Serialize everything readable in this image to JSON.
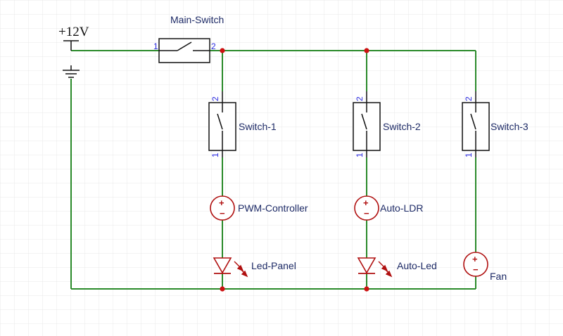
{
  "colors": {
    "wire": "#2a8a2a",
    "component": "#b01010",
    "symbol": "#111111",
    "label": "#1d2a66",
    "pin_number": "#2a2ae0",
    "junction": "#cc1111",
    "grid": "#e8e8e8"
  },
  "supply": {
    "label": "+12V"
  },
  "ground": {
    "icon": "ground-icon"
  },
  "main_switch": {
    "label": "Main-Switch",
    "pin1": "1",
    "pin2": "2"
  },
  "switches": [
    {
      "label": "Switch-1",
      "pin_top": "2",
      "pin_bottom": "1"
    },
    {
      "label": "Switch-2",
      "pin_top": "2",
      "pin_bottom": "1"
    },
    {
      "label": "Switch-3",
      "pin_top": "2",
      "pin_bottom": "1"
    }
  ],
  "dc_loads": [
    {
      "label": "PWM-Controller",
      "plus": "+",
      "minus": "−"
    },
    {
      "label": "Auto-LDR",
      "plus": "+",
      "minus": "−"
    },
    {
      "label": "Fan",
      "plus": "+",
      "minus": "−"
    }
  ],
  "leds": [
    {
      "label": "Led-Panel"
    },
    {
      "label": "Auto-Led"
    }
  ]
}
